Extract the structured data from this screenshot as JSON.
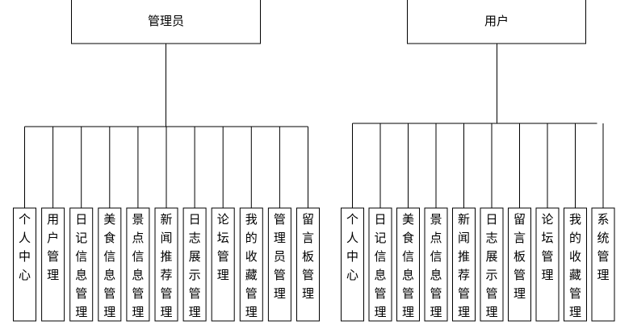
{
  "trees": [
    {
      "root": "管理员",
      "children": [
        "个人中心",
        "用户管理",
        "日记信息管理",
        "美食信息管理",
        "景点信息管理",
        "新闻推荐管理",
        "日志展示管理",
        "论坛管理",
        "我的收藏管理",
        "管理员管理",
        "留言板管理"
      ]
    },
    {
      "root": "用户",
      "children": [
        "个人中心",
        "日记信息管理",
        "美食信息管理",
        "景点信息管理",
        "新闻推荐管理",
        "日志展示管理",
        "留言板管理",
        "论坛管理",
        "我的收藏管理",
        "系统管理"
      ]
    }
  ],
  "colors": {
    "line": "#000000",
    "fill": "#ffffff"
  }
}
